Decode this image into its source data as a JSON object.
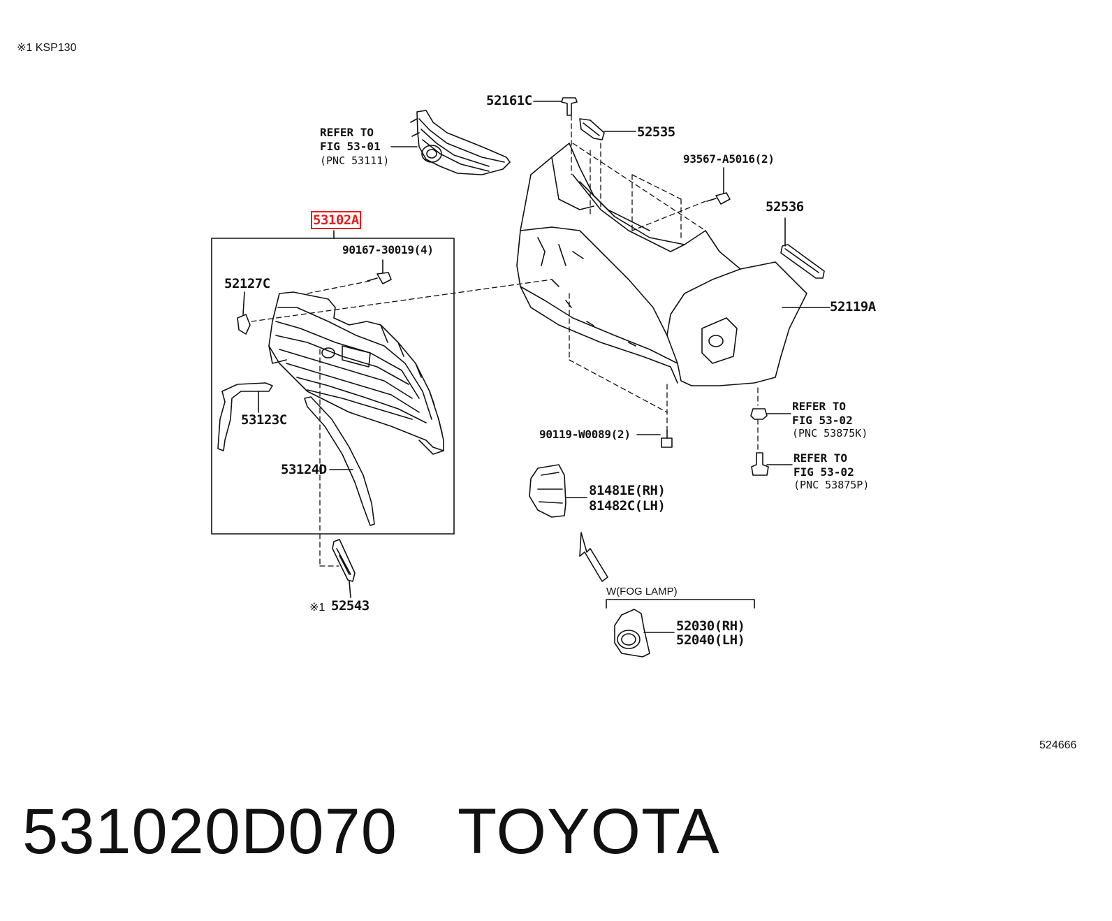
{
  "header": {
    "note": "※1  KSP130"
  },
  "refs": {
    "grille_top": [
      "REFER TO",
      "FIG 53-01",
      "(PNC 53111)"
    ],
    "clip_k": [
      "REFER TO",
      "FIG 53-02",
      "(PNC 53875K)"
    ],
    "clip_p": [
      "REFER TO",
      "FIG 53-02",
      "(PNC 53875P)"
    ]
  },
  "parts": {
    "p52161C": "52161C",
    "p52535": "52535",
    "p93567": "93567-A5016(2)",
    "p52536": "52536",
    "p52119A": "52119A",
    "p53102A": "53102A",
    "p90167": "90167-30019(4)",
    "p52127C": "52127C",
    "p53123C": "53123C",
    "p53124D": "53124D",
    "p90119": "90119-W0089(2)",
    "p81481E": "81481E(RH)",
    "p81482C": "81482C(LH)",
    "p52543_mark": "※1",
    "p52543": "52543",
    "fog_label": "W(FOG LAMP)",
    "p52030": "52030(RH)",
    "p52040": "52040(LH)"
  },
  "image_id": "524666",
  "footer": {
    "part_number": "531020D070",
    "brand": "TOYOTA"
  },
  "colors": {
    "highlight": "#d22222",
    "ink": "#111111"
  }
}
